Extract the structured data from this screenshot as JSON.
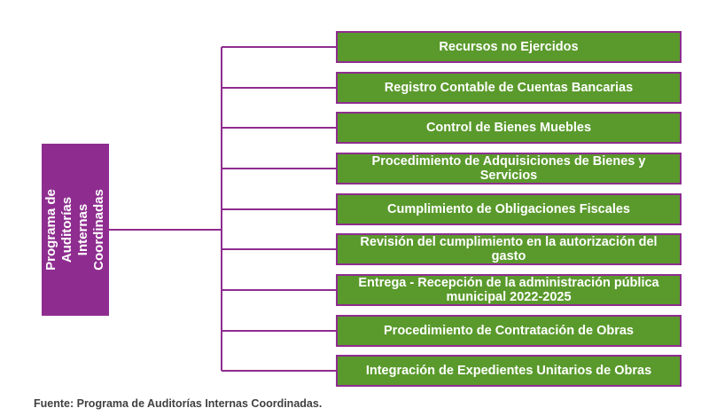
{
  "diagram": {
    "root": {
      "label": "Programa de\nAuditorías Internas\nCoordinadas"
    },
    "items": [
      "Recursos no Ejercidos",
      "Registro Contable de Cuentas Bancarias",
      "Control de Bienes Muebles",
      "Procedimiento de Adquisiciones de Bienes y Servicios",
      "Cumplimiento de Obligaciones Fiscales",
      "Revisión del cumplimiento en la autorización del gasto",
      "Entrega - Recepción de la administración pública municipal 2022-2025",
      "Procedimiento de Contratación de Obras",
      "Integración de Expedientes Unitarios de Obras"
    ]
  },
  "colors": {
    "root_fill": "#8e2d8f",
    "item_fill": "#5a9a2c",
    "item_border": "#8e2d8f",
    "connector": "#8e2d8f",
    "text_on_fill": "#ffffff"
  },
  "footer": {
    "source": "Fuente: Programa de Auditorías Internas Coordinadas."
  }
}
